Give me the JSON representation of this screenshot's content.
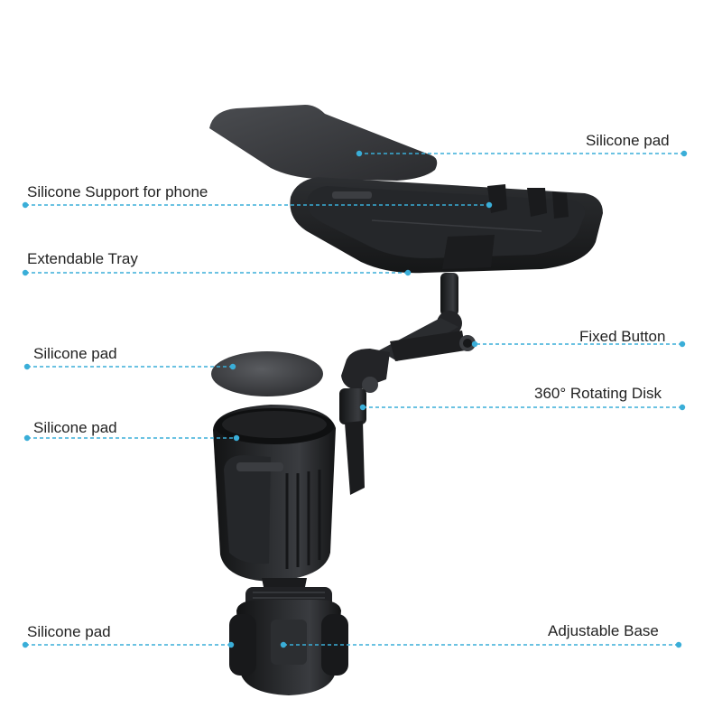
{
  "labels": {
    "silicone_pad_top": "Silicone pad",
    "silicone_support_phone": "Silicone Support for phone",
    "extendable_tray": "Extendable Tray",
    "fixed_button": "Fixed Button",
    "silicone_pad_disc": "Silicone pad",
    "rotating_disk": "360° Rotating Disk",
    "silicone_pad_cup": "Silicone pad",
    "silicone_pad_base": "Silicone pad",
    "adjustable_base": "Adjustable Base"
  },
  "colors": {
    "callout_line": "#3aaed8",
    "product_dark": "#1c1d1f",
    "product_mid": "#2e3033",
    "product_highlight": "#5a5d62",
    "background": "#ffffff"
  }
}
